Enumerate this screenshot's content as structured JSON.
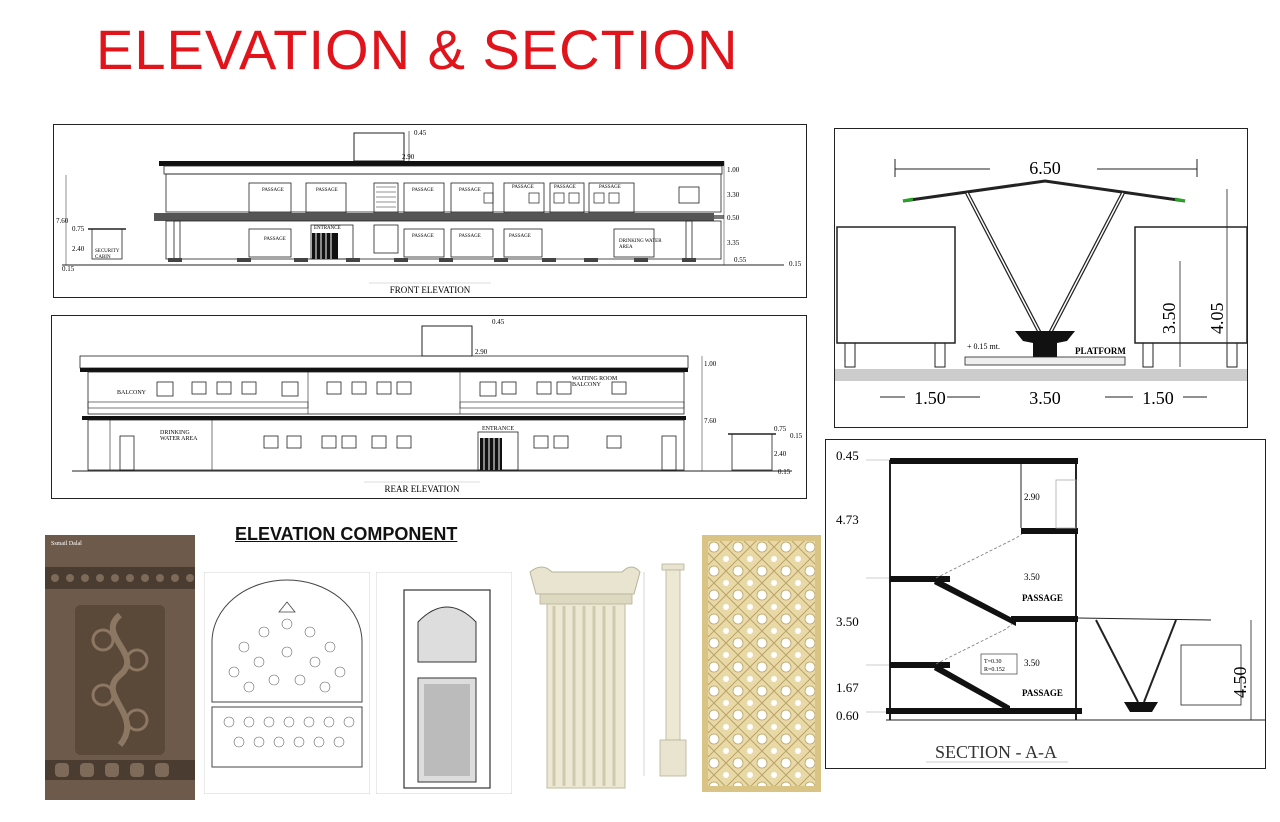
{
  "page": {
    "title": "ELEVATION & SECTION"
  },
  "front_elevation": {
    "caption": "FRONT ELEVATION",
    "dims": {
      "d045": "0.45",
      "d290": "2.90",
      "d100": "1.00",
      "d330a": "3.30",
      "d050": "0.50",
      "d330b": "3.35",
      "d760": "7.60",
      "d075": "0.75",
      "d240": "2.40",
      "d015": "0.15",
      "d055": "0.55",
      "d015b": "0.15"
    },
    "labels": {
      "passage": "PASSAGE",
      "entrance": "ENTRANCE",
      "drinking": "DRINKING WATER",
      "area": "AREA",
      "security": "SECURITY",
      "cabin": "CABIN"
    }
  },
  "rear_elevation": {
    "caption": "REAR ELEVATION",
    "dims": {
      "d045": "0.45",
      "d290": "2.90",
      "d100": "1.00",
      "d760": "7.60",
      "d075": "0.75",
      "d015": "0.15",
      "d240": "2.40",
      "d015b": "0.15"
    },
    "labels": {
      "balcony": "BALCONY",
      "waiting": "WAITING ROOM",
      "balcony2": "BALCONY",
      "drinking": "DRINKING",
      "water_area": "WATER AREA",
      "entrance": "ENTRANCE"
    }
  },
  "canopy_section": {
    "span": "6.50",
    "h350": "3.50",
    "h405": "4.05",
    "level": "+ 0.15 mt.",
    "platform": "PLATFORM",
    "w150a": "1.50",
    "w350": "3.50",
    "w150b": "1.50"
  },
  "section_aa": {
    "caption": "SECTION - A-A",
    "levels": {
      "l045": "0.45",
      "l473": "4.73",
      "l350": "3.50",
      "l167": "1.67",
      "l060": "0.60"
    },
    "dims": {
      "d290": "2.90",
      "d350a": "3.50",
      "d350b": "3.50",
      "canopy_h": "4.50"
    },
    "labels": {
      "passage1": "PASSAGE",
      "passage2": "PASSAGE",
      "tread": "T=0.30",
      "riser": "R=0.152"
    }
  },
  "components": {
    "title": "ELEVATION COMPONENT",
    "photo_label": "Ssmail Dalal"
  }
}
